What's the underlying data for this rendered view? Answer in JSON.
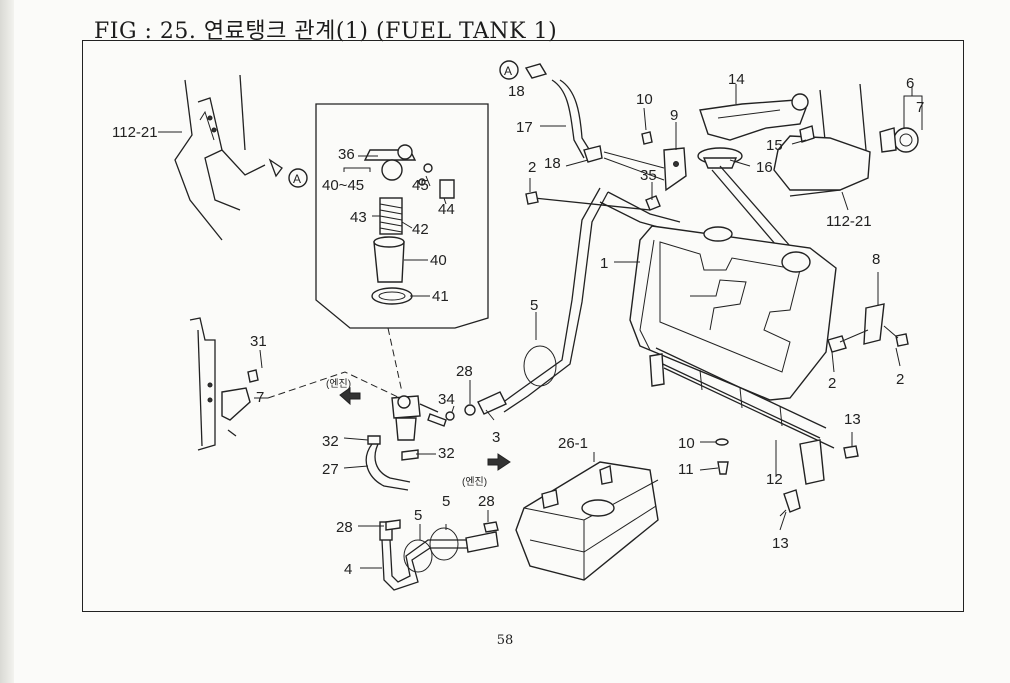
{
  "figure": {
    "title": "FIG : 25. 연료탱크 관계(1) (FUEL TANK 1)",
    "page_number": "58"
  },
  "callouts": {
    "c112_21_left": "112-21",
    "c112_21_right": "112-21",
    "c36": "36",
    "c40_45": "40~45",
    "c45": "45",
    "c44": "44",
    "c43": "43",
    "c42": "42",
    "c40": "40",
    "c41": "41",
    "c18_top": "18",
    "c17": "17",
    "c2_left": "2",
    "c18_mid": "18",
    "c35": "35",
    "c10_top": "10",
    "c9": "9",
    "c14": "14",
    "c15": "15",
    "c16": "16",
    "c6": "6",
    "c7_top": "7",
    "c1": "1",
    "c8": "8",
    "c2_right_a": "2",
    "c2_right_b": "2",
    "c5_mid": "5",
    "c31": "31",
    "c7_left": "7",
    "c28_mid": "28",
    "c34": "34",
    "c3": "3",
    "c32_a": "32",
    "c32_b": "32",
    "c27": "27",
    "c28_low": "28",
    "c28_right": "28",
    "c5_low_a": "5",
    "c5_low_b": "5",
    "c4": "4",
    "c26_1": "26-1",
    "c10_low": "10",
    "c11": "11",
    "c12": "12",
    "c13_a": "13",
    "c13_b": "13"
  },
  "markers": {
    "ref_a": "A",
    "engine_note": "(엔진)"
  }
}
